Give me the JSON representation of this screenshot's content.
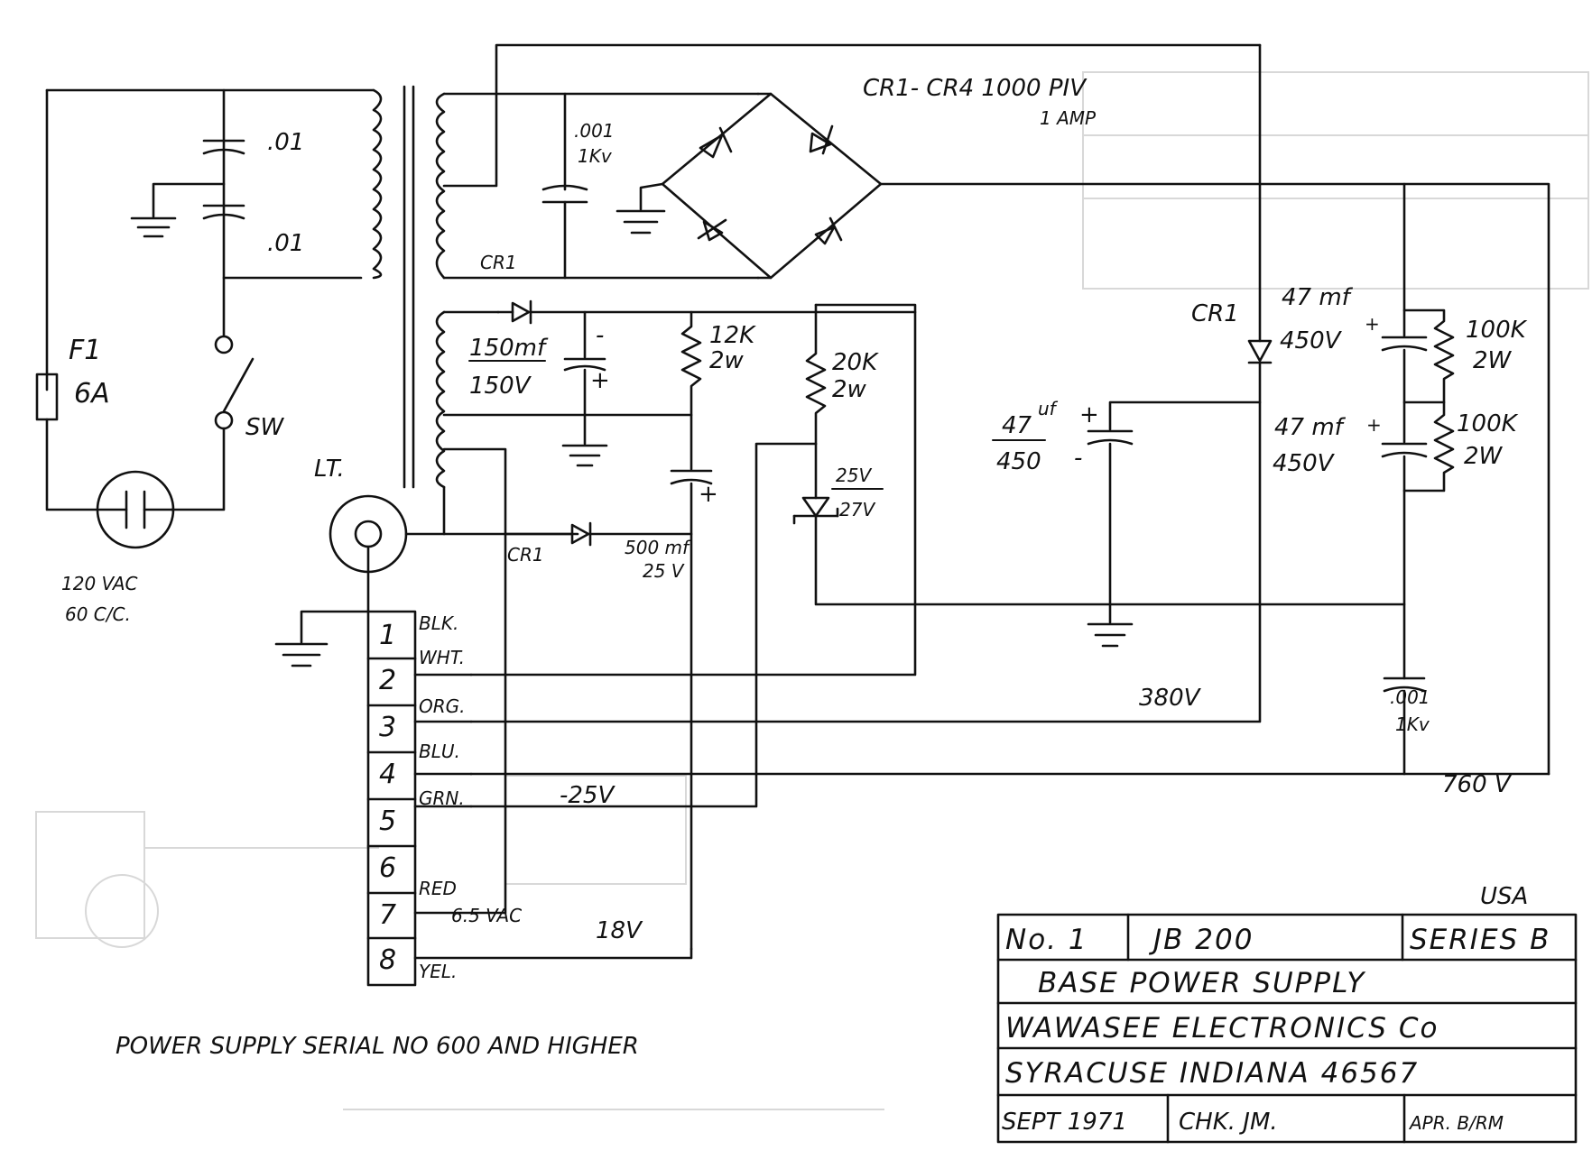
{
  "components": {
    "cap_top1": ".01",
    "cap_top2": ".01",
    "fuse_name": "F1",
    "fuse_value": "6A",
    "switch": "SW",
    "mains_line1": "120 VAC",
    "mains_line2": "60 C/C.",
    "lamp": "LT.",
    "cap_001_top_val": ".001",
    "cap_001_top_rating": "1Kv",
    "cr1_winding": "CR1",
    "bridge_line1": "CR1- CR4   1000 PIV",
    "bridge_line2": "1 AMP",
    "cap150_val": "150mf",
    "cap150_v": "150V",
    "res12k_val": "12K",
    "res12k_w": "2w",
    "res20k_val": "20K",
    "res20k_w": "2w",
    "zener_v1": "25V",
    "zener_v2": "27V",
    "cap500_val": "500 mf",
    "cap500_v": "25 V",
    "cr_bottom": "CR1",
    "cap47_left_val": "47",
    "cap47_left_sup": "uf",
    "cap47_left_v": "450",
    "diode_cr1": "CR1",
    "cap47a_val": "47 mf",
    "cap47a_v": "450V",
    "cap47b_val": "47 mf",
    "cap47b_v": "450V",
    "res100k_a_val": "100K",
    "res100k_a_w": "2W",
    "res100k_b_val": "100K",
    "res100k_b_w": "2W",
    "cap_001_right_val": ".001",
    "cap_001_right_rating": "1Kv",
    "plus": "+",
    "minus": "-"
  },
  "terminal_numbers": [
    "1",
    "2",
    "3",
    "4",
    "5",
    "6",
    "7",
    "8"
  ],
  "wire_labels": {
    "t1": "BLK.",
    "t2": "WHT.",
    "t3": "ORG.",
    "t4": "BLU.",
    "t5": "GRN.",
    "t7": "RED",
    "t8": "YEL."
  },
  "voltages": {
    "v380": "380V",
    "v760": "760 V",
    "vneg25": "-25V",
    "v65": "6.5 VAC",
    "v18": "18V"
  },
  "title_block": {
    "country": "USA",
    "number": "No. 1",
    "model": "JB 200",
    "series": "SERIES B",
    "title": "BASE POWER SUPPLY",
    "company": "WAWASEE ELECTRONICS Co",
    "location": "SYRACUSE INDIANA   46567",
    "date": "SEPT 1971",
    "checked": "CHK. JM.",
    "approved": "APR. B/RM"
  },
  "footer_note": "POWER SUPPLY SERIAL NO 600 AND HIGHER"
}
